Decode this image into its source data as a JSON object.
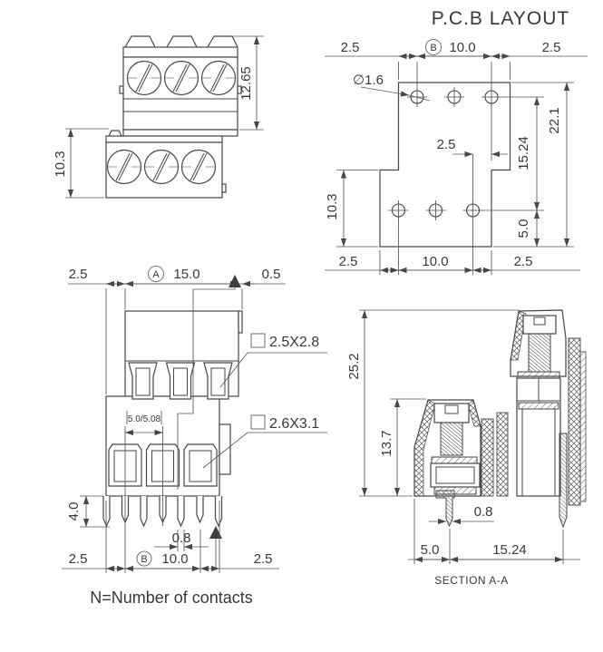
{
  "drawing": {
    "title": "P.C.B LAYOUT",
    "note": "N=Number of contacts",
    "section_caption": "SECTION A-A",
    "colors": {
      "line": "#474747",
      "text": "#383838",
      "background": "#ffffff"
    },
    "top_left_view": {
      "height_upper": "12.65",
      "height_lower": "10.3"
    },
    "pcb_layout": {
      "hole_diameter": "∅1.6",
      "datum_b": "B",
      "dims": {
        "top_left": "2.5",
        "top_pitch": "10.0",
        "top_right": "2.5",
        "row_offset": "2.5",
        "row_spacing": "15.24",
        "total_height": "22.1",
        "lower_height": "10.3",
        "hole_to_edge": "5.0",
        "bottom_left": "2.5",
        "bottom_pitch": "10.0",
        "bottom_right": "2.5"
      }
    },
    "front_view": {
      "datum_a": "A",
      "datum_b": "B",
      "dims": {
        "left_offset": "2.5",
        "body_width": "15.0",
        "tab": "0.5",
        "upper_opening": "2.5X2.8",
        "lower_opening": "2.6X3.1",
        "pitch": "5.0/5.08",
        "pin_length": "4.0",
        "pin_width": "0.8",
        "bottom_left": "2.5",
        "bottom_pitch": "10.0",
        "bottom_right": "2.5"
      }
    },
    "section_view": {
      "dims": {
        "total_height": "25.2",
        "lower_height": "13.7",
        "pin_width": "0.8",
        "pin_offset": "5.0",
        "row_spacing": "15.24"
      }
    }
  }
}
